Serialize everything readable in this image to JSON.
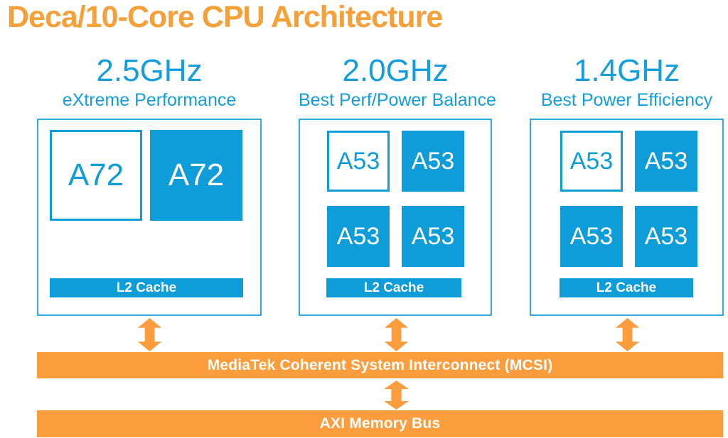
{
  "title": "Deca/10-Core CPU Architecture",
  "colors": {
    "title_orange": "#F6A03A",
    "orange": "#FB9D3C",
    "blue": "#0E9DD9",
    "cluster_border_blue": "#2FA9DE",
    "text_blue": "#149EDB"
  },
  "icons": {
    "bidirectional_arrow": "↕"
  },
  "clusters": [
    {
      "freq": "2.5GHz",
      "subtitle": "eXtreme Performance",
      "cache_label": "L2 Cache",
      "cores": [
        {
          "label": "A72",
          "style": "outlined"
        },
        {
          "label": "A72",
          "style": "filled"
        }
      ]
    },
    {
      "freq": "2.0GHz",
      "subtitle": "Best Perf/Power Balance",
      "cache_label": "L2 Cache",
      "cores": [
        {
          "label": "A53",
          "style": "outlined"
        },
        {
          "label": "A53",
          "style": "filled"
        },
        {
          "label": "A53",
          "style": "filled"
        },
        {
          "label": "A53",
          "style": "filled"
        }
      ]
    },
    {
      "freq": "1.4GHz",
      "subtitle": "Best Power Efficiency",
      "cache_label": "L2 Cache",
      "cores": [
        {
          "label": "A53",
          "style": "outlined"
        },
        {
          "label": "A53",
          "style": "filled"
        },
        {
          "label": "A53",
          "style": "filled"
        },
        {
          "label": "A53",
          "style": "filled"
        }
      ]
    }
  ],
  "buses": {
    "mcsi_label": "MediaTek Coherent System Interconnect (MCSI)",
    "axi_label": "AXI Memory Bus"
  }
}
